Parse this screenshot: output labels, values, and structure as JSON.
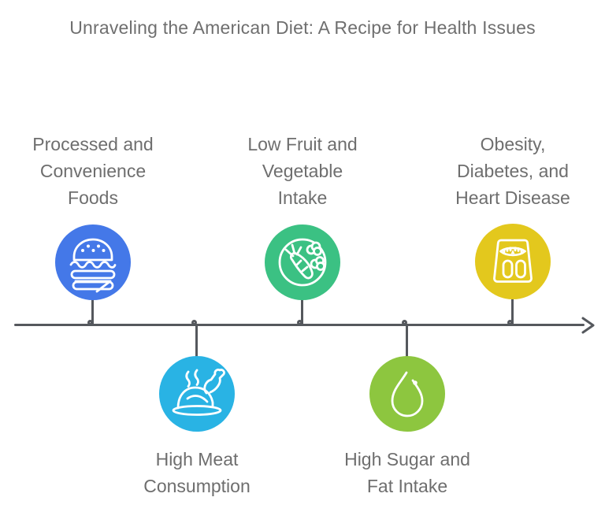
{
  "title": "Unraveling the American Diet: A Recipe for Health Issues",
  "colors": {
    "axis": "#55585d",
    "text": "#6e6e6e",
    "blue": "#4478E8",
    "cyan": "#29B3E4",
    "green": "#3BC183",
    "lime": "#8DC63F",
    "yellow": "#E3C81D"
  },
  "timeline": {
    "direction": "left-to-right-arrow",
    "items": [
      {
        "id": "processed-foods",
        "position": "above",
        "icon": "burger-icon",
        "color": "#4478E8",
        "label_lines": [
          "Processed and",
          "Convenience",
          "Foods"
        ]
      },
      {
        "id": "high-meat",
        "position": "below",
        "icon": "roast-turkey-icon",
        "color": "#29B3E4",
        "label_lines": [
          "High Meat",
          "Consumption"
        ]
      },
      {
        "id": "low-fruit-veg",
        "position": "above",
        "icon": "vegetables-icon",
        "color": "#3BC183",
        "label_lines": [
          "Low Fruit and",
          "Vegetable",
          "Intake"
        ]
      },
      {
        "id": "sugar-fat",
        "position": "below",
        "icon": "water-drop-icon",
        "color": "#8DC63F",
        "label_lines": [
          "High Sugar and",
          "Fat Intake"
        ]
      },
      {
        "id": "health-outcomes",
        "position": "above",
        "icon": "weight-scale-icon",
        "color": "#E3C81D",
        "label_lines": [
          "Obesity,",
          "Diabetes, and",
          "Heart Disease"
        ]
      }
    ]
  }
}
